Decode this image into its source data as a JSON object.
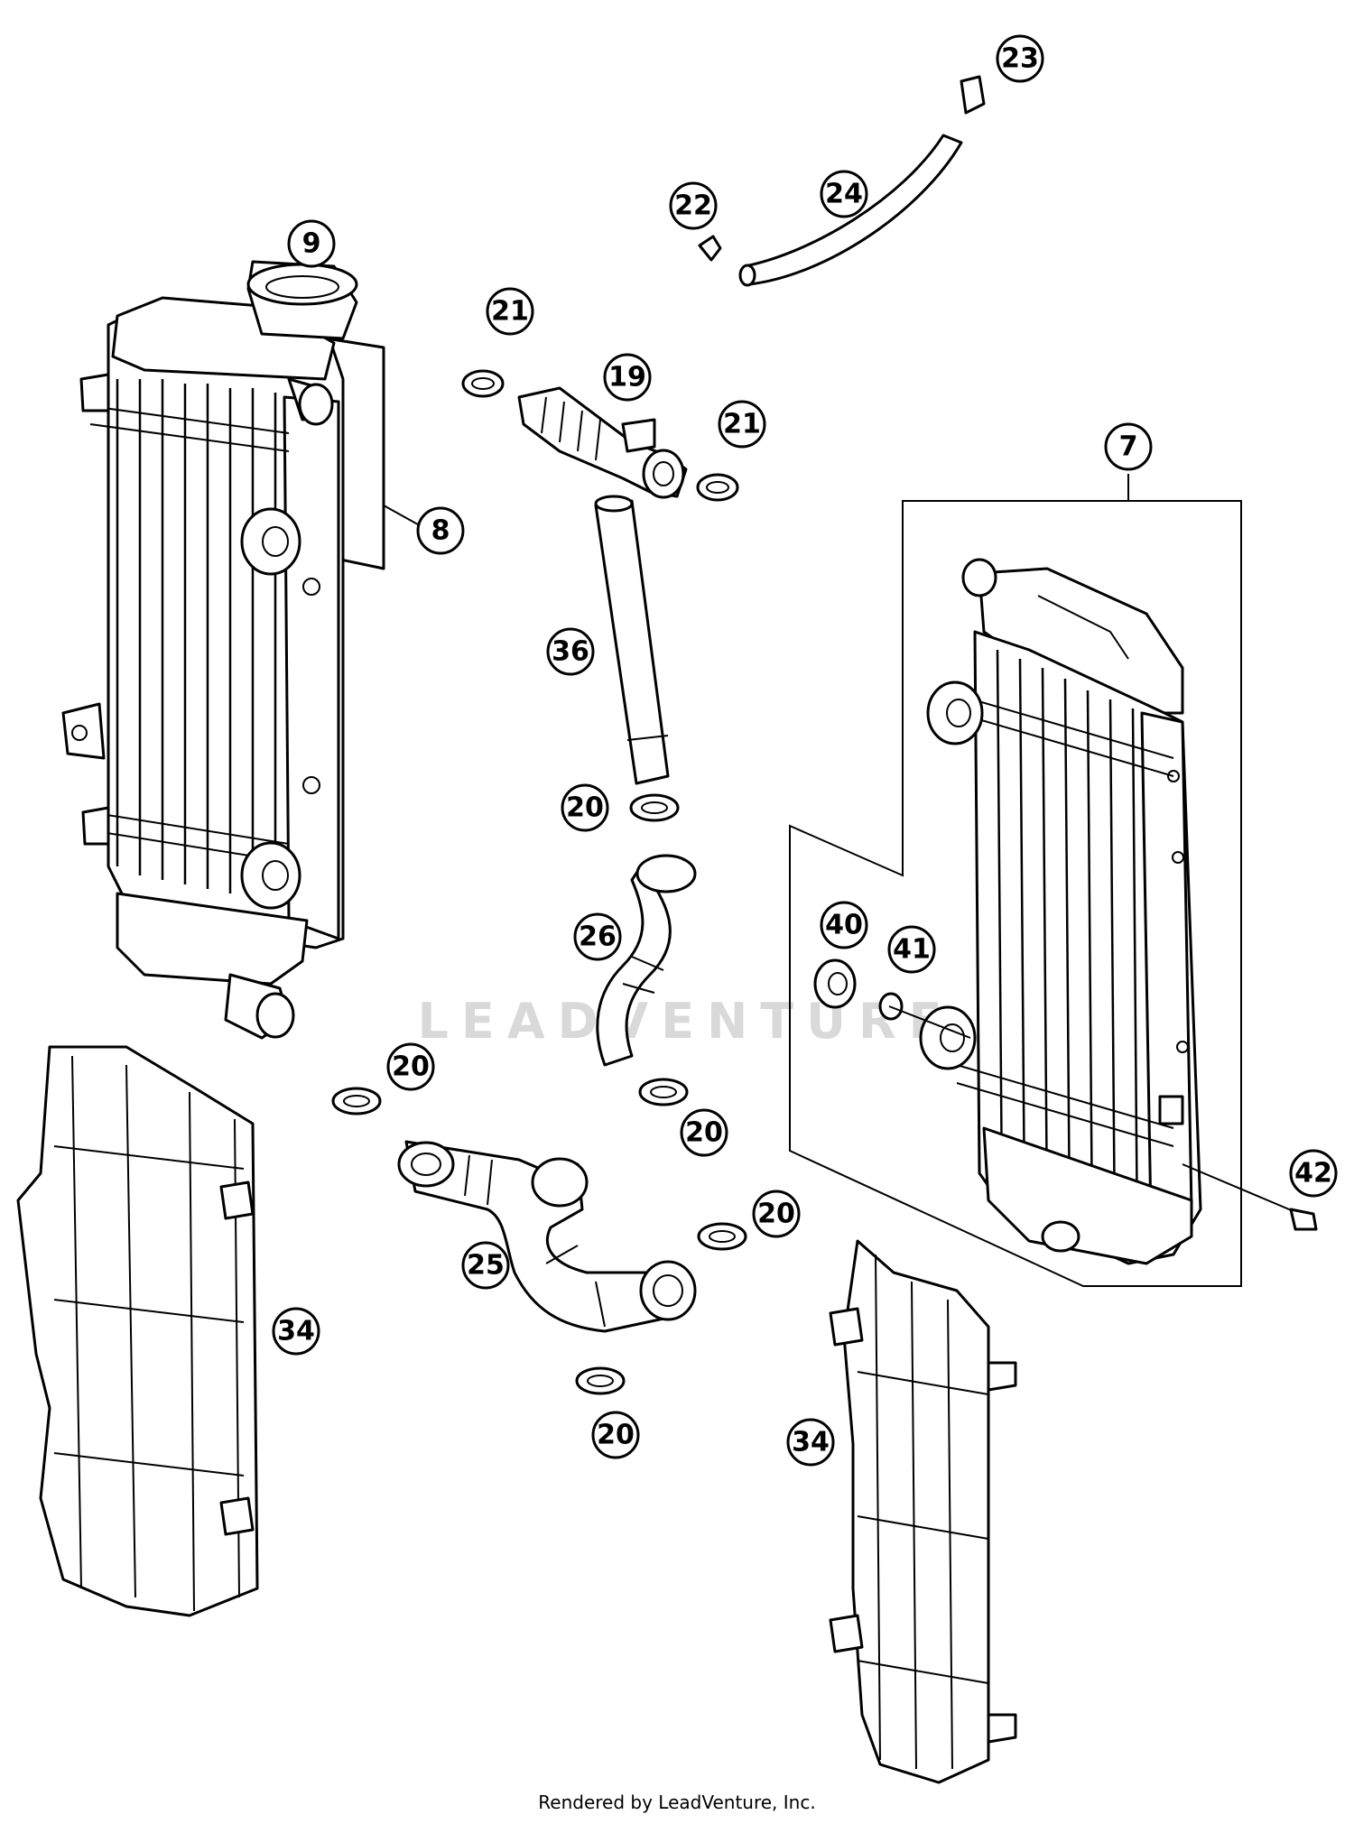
{
  "watermark": "LEADVENTURE",
  "credit": "Rendered by LeadVenture, Inc.",
  "callouts": [
    "9",
    "8",
    "21",
    "19",
    "21",
    "22",
    "24",
    "23",
    "7",
    "36",
    "20",
    "26",
    "40",
    "41",
    "20",
    "20",
    "20",
    "25",
    "20",
    "42",
    "34",
    "34"
  ],
  "parts": [
    "left-radiator",
    "radiator-cap",
    "right-radiator",
    "radiator-hose-upper-left",
    "thermostat-housing",
    "vent-hose",
    "vent-fitting",
    "straight-hose",
    "hose-26",
    "hose-25",
    "left-shroud",
    "right-shroud",
    "grommet",
    "washer",
    "bolt"
  ]
}
